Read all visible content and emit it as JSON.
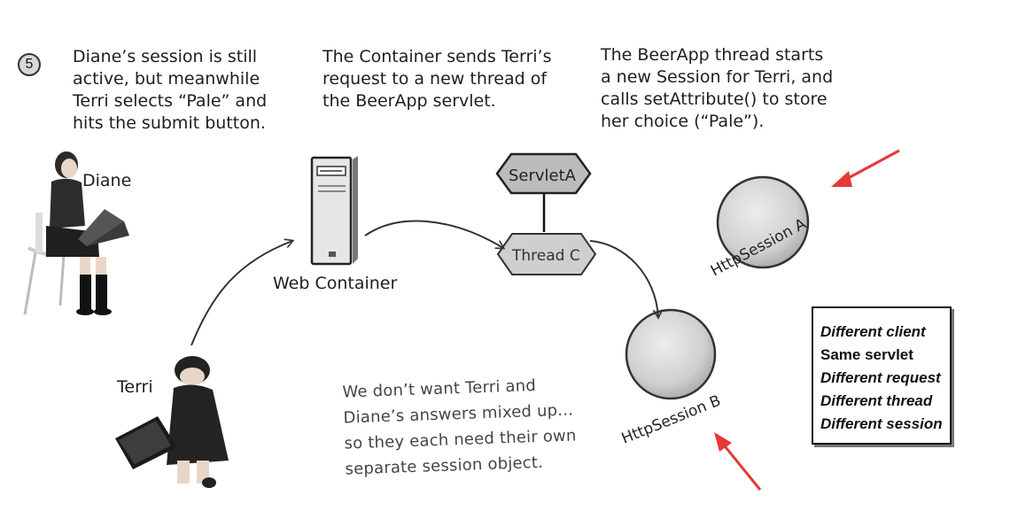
{
  "step": {
    "number": "5"
  },
  "captions": {
    "step_text": [
      "Diane’s session is still",
      "active, but meanwhile",
      "Terri selects “Pale” and",
      "hits the submit button."
    ],
    "container_text": [
      "The Container sends Terri’s",
      "request to a new thread of",
      "the BeerApp servlet."
    ],
    "beerapp_text": [
      "The BeerApp thread starts",
      "a new Session for Terri, and",
      "calls setAttribute() to store",
      "her choice (“Pale”)."
    ]
  },
  "people": {
    "diane": "Diane",
    "terri": "Terri"
  },
  "nodes": {
    "web_container": "Web Container",
    "servlet": "ServletA",
    "thread": "Thread C",
    "session_a": "HttpSession A",
    "session_b": "HttpSession B"
  },
  "note": [
    "We don’t want Terri and",
    "Diane’s answers mixed up...",
    "so they each need their own",
    "separate session object."
  ],
  "summary": [
    {
      "text": "Different client",
      "italic": true
    },
    {
      "text": "Same servlet",
      "italic": false
    },
    {
      "text": "Different request",
      "italic": true
    },
    {
      "text": "Different thread",
      "italic": true
    },
    {
      "text": "Different session",
      "italic": true
    }
  ],
  "colors": {
    "arrow_red": "#e53935",
    "sphere": "#d6d6d6",
    "outline": "#333333"
  }
}
